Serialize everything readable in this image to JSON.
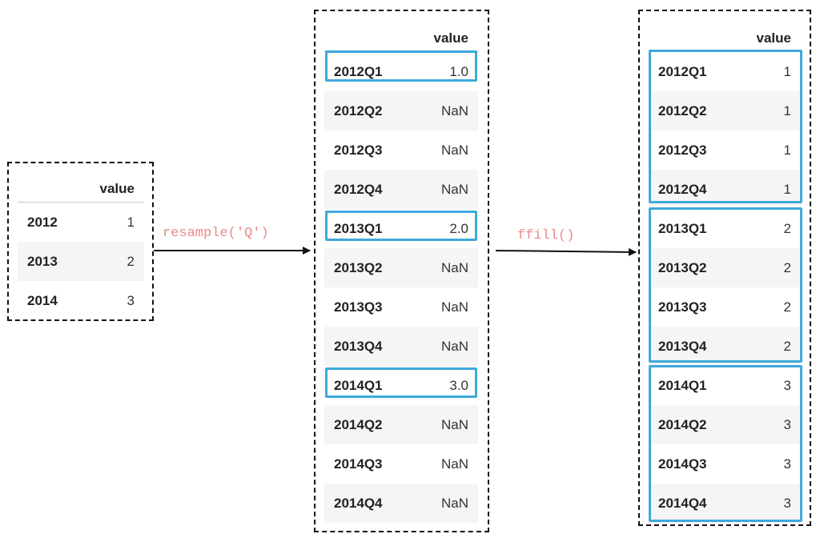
{
  "input_table": {
    "column": "value",
    "rows": [
      {
        "index": "2012",
        "value": "1"
      },
      {
        "index": "2013",
        "value": "2"
      },
      {
        "index": "2014",
        "value": "3"
      }
    ]
  },
  "resampled_table": {
    "column": "value",
    "rows": [
      {
        "index": "2012Q1",
        "value": "1.0"
      },
      {
        "index": "2012Q2",
        "value": "NaN"
      },
      {
        "index": "2012Q3",
        "value": "NaN"
      },
      {
        "index": "2012Q4",
        "value": "NaN"
      },
      {
        "index": "2013Q1",
        "value": "2.0"
      },
      {
        "index": "2013Q2",
        "value": "NaN"
      },
      {
        "index": "2013Q3",
        "value": "NaN"
      },
      {
        "index": "2013Q4",
        "value": "NaN"
      },
      {
        "index": "2014Q1",
        "value": "3.0"
      },
      {
        "index": "2014Q2",
        "value": "NaN"
      },
      {
        "index": "2014Q3",
        "value": "NaN"
      },
      {
        "index": "2014Q4",
        "value": "NaN"
      }
    ]
  },
  "filled_table": {
    "column": "value",
    "rows": [
      {
        "index": "2012Q1",
        "value": "1"
      },
      {
        "index": "2012Q2",
        "value": "1"
      },
      {
        "index": "2012Q3",
        "value": "1"
      },
      {
        "index": "2012Q4",
        "value": "1"
      },
      {
        "index": "2013Q1",
        "value": "2"
      },
      {
        "index": "2013Q2",
        "value": "2"
      },
      {
        "index": "2013Q3",
        "value": "2"
      },
      {
        "index": "2013Q4",
        "value": "2"
      },
      {
        "index": "2014Q1",
        "value": "3"
      },
      {
        "index": "2014Q2",
        "value": "3"
      },
      {
        "index": "2014Q3",
        "value": "3"
      },
      {
        "index": "2014Q4",
        "value": "3"
      }
    ]
  },
  "operations": {
    "resample": "resample('Q')",
    "ffill": "ffill()"
  },
  "colors": {
    "highlight": "#3ea9dc",
    "operation_text": "#ea8a8a",
    "stripe": "#f5f5f5"
  }
}
